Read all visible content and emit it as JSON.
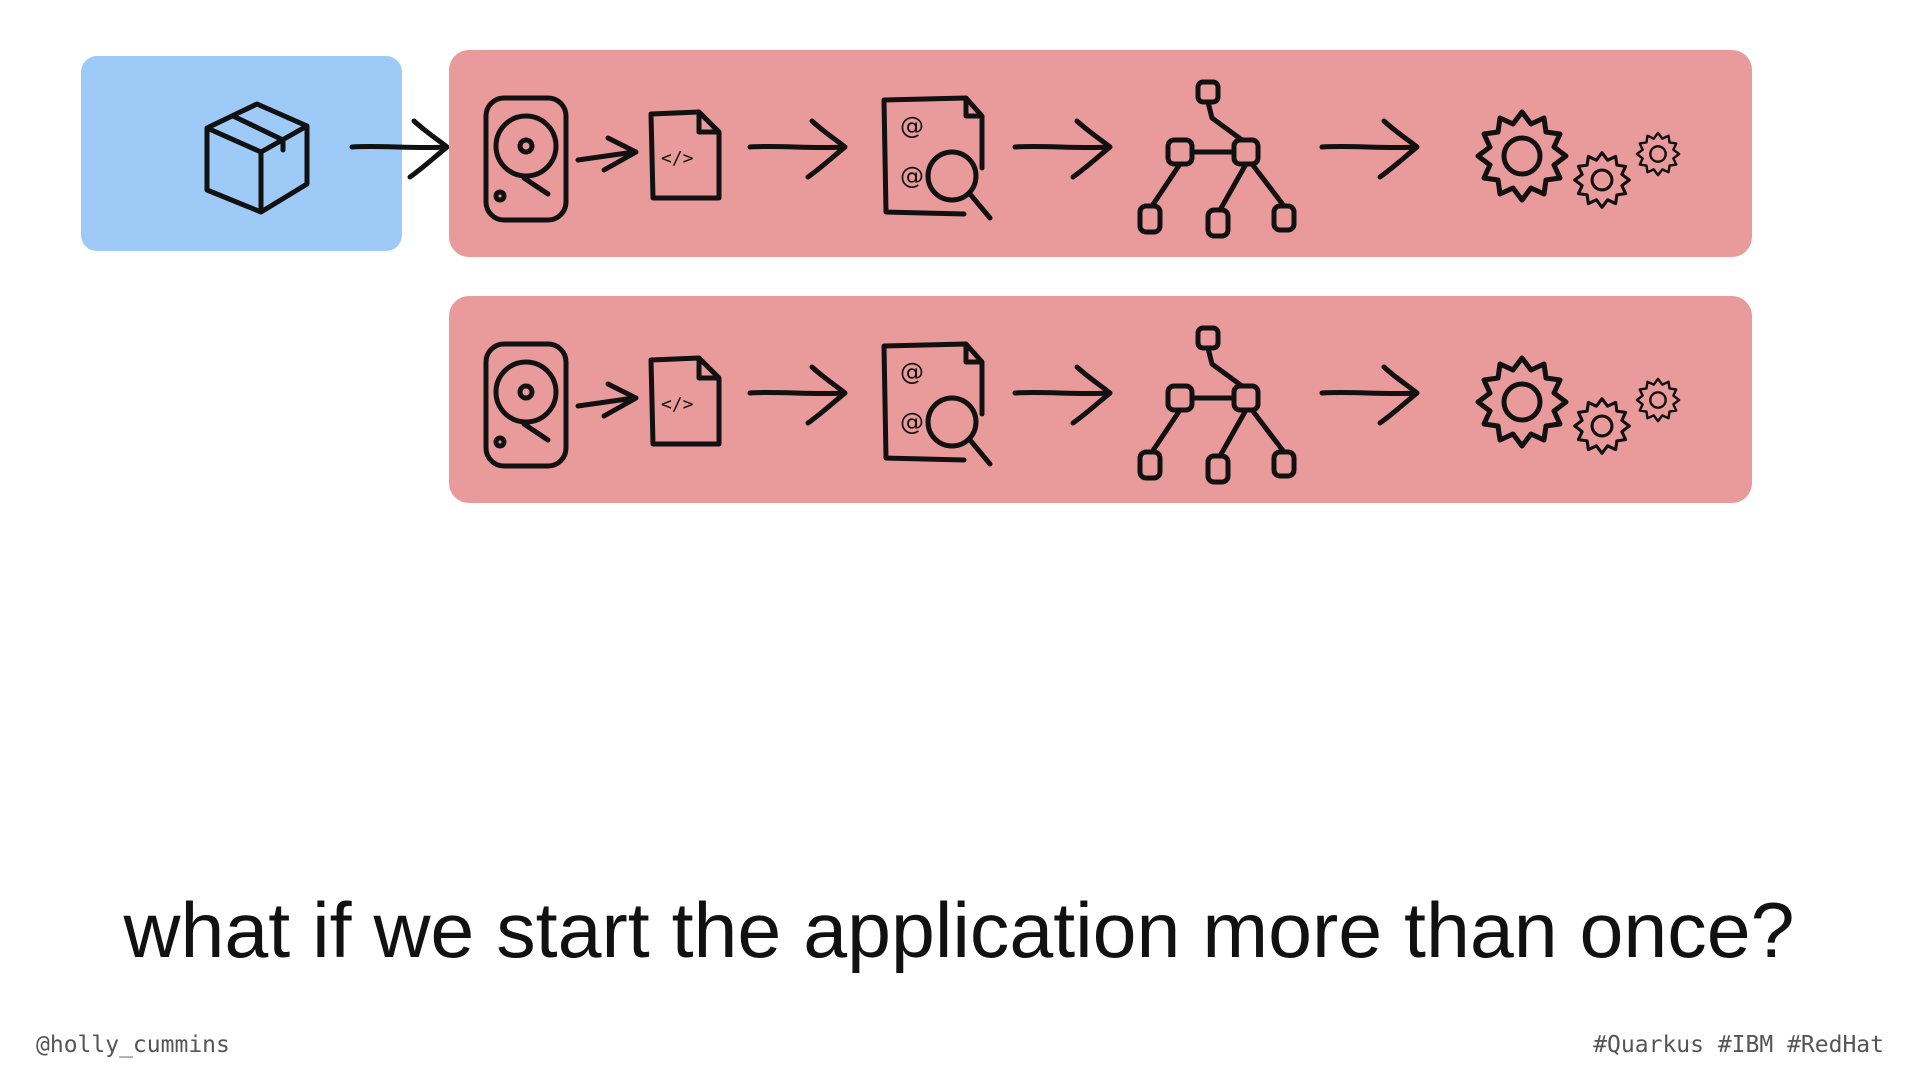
{
  "colors": {
    "container": "#9ecaf8",
    "process": "#e99a9a",
    "ink": "#111111"
  },
  "diagram": {
    "source_icon": "package-cube-icon",
    "rows": [
      {
        "steps": [
          "hard-disk-icon",
          "code-file-icon",
          "annotation-scan-icon",
          "dependency-tree-icon",
          "gears-icon"
        ]
      },
      {
        "steps": [
          "hard-disk-icon",
          "code-file-icon",
          "annotation-scan-icon",
          "dependency-tree-icon",
          "gears-icon"
        ]
      }
    ],
    "code_symbol": "</>",
    "at_symbol": "@"
  },
  "caption": "what if we start the application more than once?",
  "footer": {
    "handle": "@holly_cummins",
    "tags": "#Quarkus #IBM #RedHat"
  }
}
